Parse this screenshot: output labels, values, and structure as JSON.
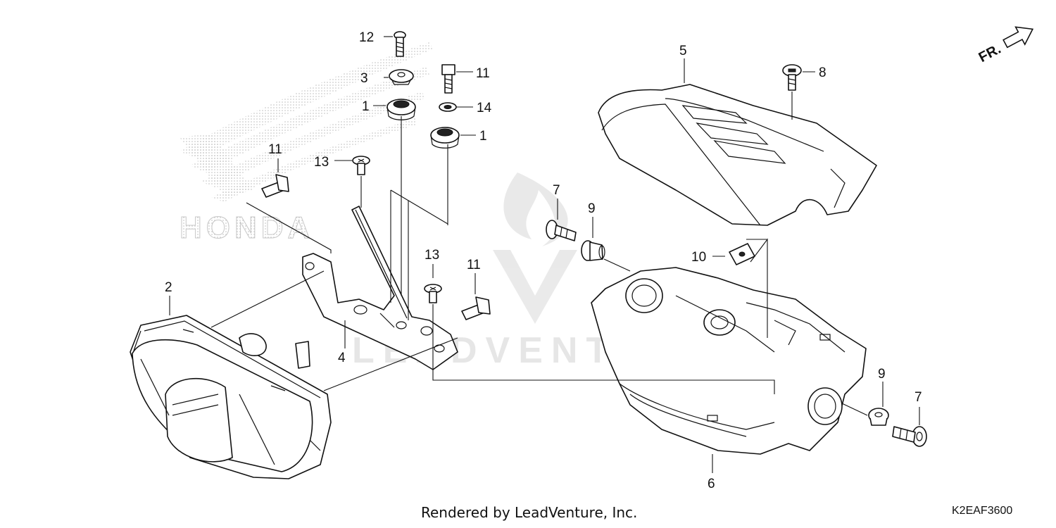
{
  "diagram": {
    "direction_label": "FR.",
    "watermark_text": "LEADVENTURE",
    "background_logo_text": "HONDA",
    "callouts": [
      {
        "id": "c12",
        "label": "12"
      },
      {
        "id": "c3",
        "label": "3"
      },
      {
        "id": "c1a",
        "label": "1"
      },
      {
        "id": "c11a",
        "label": "11"
      },
      {
        "id": "c14",
        "label": "14"
      },
      {
        "id": "c1b",
        "label": "1"
      },
      {
        "id": "c11b",
        "label": "11"
      },
      {
        "id": "c13a",
        "label": "13"
      },
      {
        "id": "c2",
        "label": "2"
      },
      {
        "id": "c13b",
        "label": "13"
      },
      {
        "id": "c11c",
        "label": "11"
      },
      {
        "id": "c4",
        "label": "4"
      },
      {
        "id": "c5",
        "label": "5"
      },
      {
        "id": "c8",
        "label": "8"
      },
      {
        "id": "c7a",
        "label": "7"
      },
      {
        "id": "c9a",
        "label": "9"
      },
      {
        "id": "c10",
        "label": "10"
      },
      {
        "id": "c9b",
        "label": "9"
      },
      {
        "id": "c7b",
        "label": "7"
      },
      {
        "id": "c6",
        "label": "6"
      }
    ]
  },
  "footer": {
    "credit": "Rendered by LeadVenture, Inc.",
    "diagram_code": "K2EAF3600"
  }
}
